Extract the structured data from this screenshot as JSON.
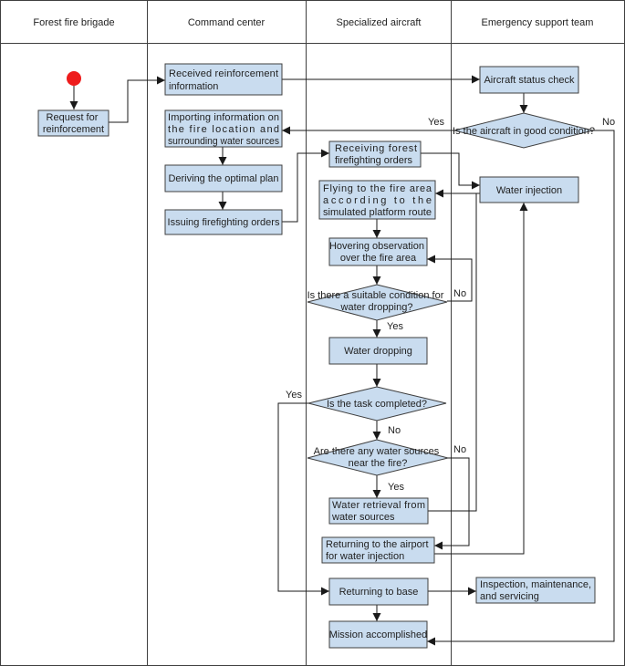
{
  "lanes": [
    "Forest fire brigade",
    "Command center",
    "Specialized aircraft",
    "Emergency support team"
  ],
  "nodes": {
    "request": [
      "Request for",
      "reinforcement"
    ],
    "received": [
      "Received reinforcement",
      "information"
    ],
    "importing": [
      "Importing information on",
      "the fire location and",
      "surrounding water sources"
    ],
    "deriving": [
      "Deriving the optimal plan"
    ],
    "issuing": [
      "Issuing firefighting orders"
    ],
    "receiving_orders": [
      "Receiving forest",
      "firefighting orders"
    ],
    "flying": [
      "Flying to the fire area",
      "according to the",
      "simulated platform route"
    ],
    "hovering": [
      "Hovering observation",
      "over the fire area"
    ],
    "suitable": [
      "Is there a suitable condition for",
      "water dropping?"
    ],
    "water_dropping": [
      "Water dropping"
    ],
    "completed": [
      "Is the task completed?"
    ],
    "water_sources": [
      "Are there any water sources",
      "near the fire?"
    ],
    "retrieval": [
      "Water retrieval from",
      "water sources"
    ],
    "returning_airport": [
      "Returning to the airport",
      "for water injection"
    ],
    "returning_base": [
      "Returning to base"
    ],
    "accomplished": [
      "Mission accomplished"
    ],
    "status_check": [
      "Aircraft status check"
    ],
    "good_condition": [
      "Is the aircraft in good condition?"
    ],
    "water_injection": [
      "Water injection"
    ],
    "inspection": [
      "Inspection, maintenance,",
      "and servicing"
    ]
  },
  "edge_labels": {
    "condition_yes": "Yes",
    "condition_no": "No",
    "suitable_no": "No",
    "suitable_yes": "Yes",
    "completed_yes": "Yes",
    "completed_no": "No",
    "sources_no": "No",
    "sources_yes": "Yes"
  },
  "colors": {
    "box_fill": "#c9dcef",
    "start_dot": "#ee1c1c"
  }
}
